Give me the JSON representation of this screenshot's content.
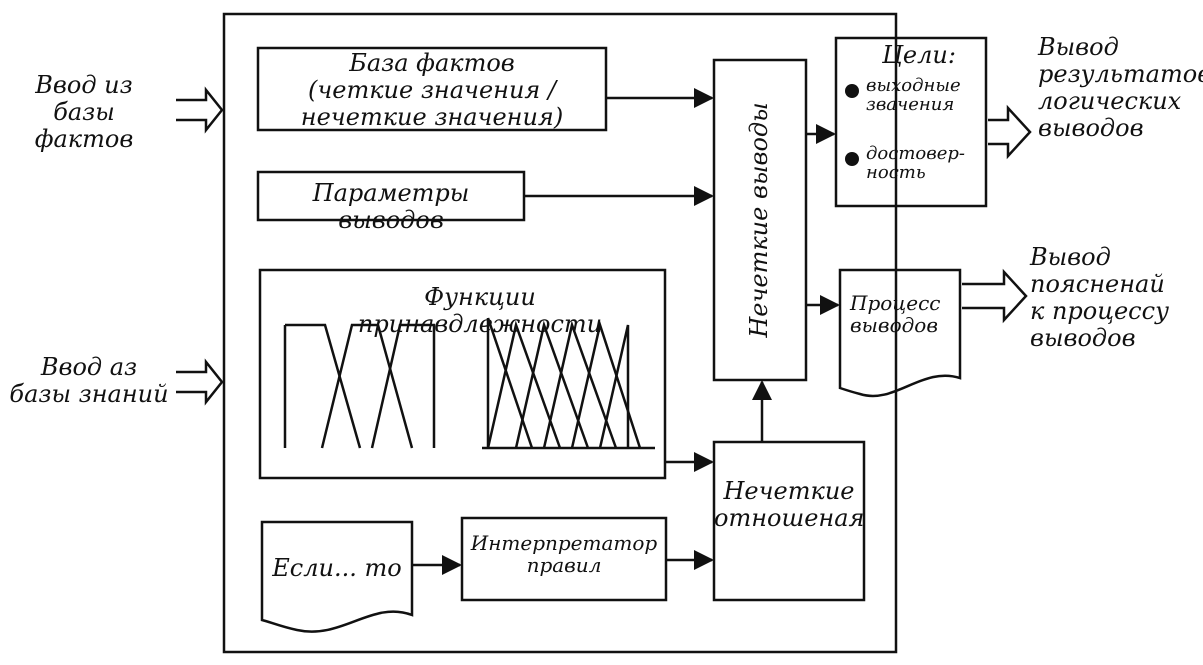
{
  "inputs": {
    "facts": "Ввод из\nбазы фактов",
    "knowledge": "Ввод аз\nбазы знаний"
  },
  "outputs": {
    "results": "Вывод\nрезультатов\nлогических\nвыводов",
    "explanation": "Вывод\nпоясненай\nк процессу\nвыводов"
  },
  "blocks": {
    "fact_base": "База фактов\n(четкие значения /\nнечеткие значения)",
    "inference_params": "Параметры выводов",
    "membership_functions": "Функции принавдлежности",
    "if_then": "Если... то",
    "rule_interpreter": "Интерпретатор\nправил",
    "fuzzy_relations": "Нечеткие\nотношеная",
    "fuzzy_inference": "Нечеткие выводы",
    "process": "Процесс\nвыводов"
  },
  "goals": {
    "title": "Цели:",
    "items": [
      "выходные\nзвачения",
      "достовер-\nность"
    ]
  },
  "colors": {
    "ink": "#111111",
    "paper": "#ffffff"
  }
}
